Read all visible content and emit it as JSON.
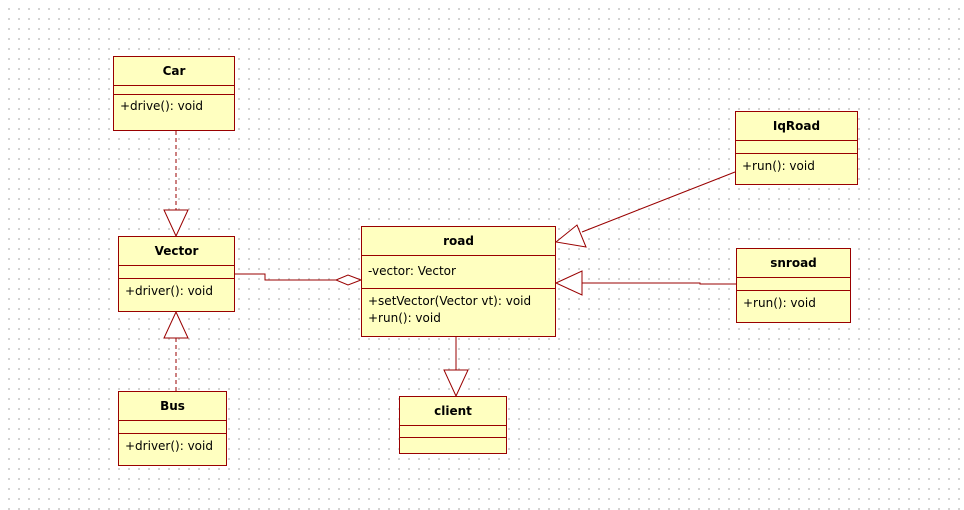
{
  "diagram": {
    "colors": {
      "fill": "#ffffc0",
      "stroke": "#990000",
      "grid_dot": "#c8c8c8"
    },
    "classes": {
      "car": {
        "name": "Car",
        "attributes": [],
        "operations": [
          "+drive(): void"
        ]
      },
      "vector": {
        "name": "Vector",
        "attributes": [],
        "operations": [
          "+driver(): void"
        ]
      },
      "bus": {
        "name": "Bus",
        "attributes": [],
        "operations": [
          "+driver(): void"
        ]
      },
      "road": {
        "name": "road",
        "attributes": [
          "-vector: Vector"
        ],
        "operations": [
          "+setVector(Vector vt): void",
          "+run(): void"
        ]
      },
      "client": {
        "name": "client",
        "attributes": [],
        "operations": []
      },
      "iqroad": {
        "name": "IqRoad",
        "attributes": [],
        "operations": [
          "+run(): void"
        ]
      },
      "snroad": {
        "name": "snroad",
        "attributes": [],
        "operations": [
          "+run(): void"
        ]
      }
    },
    "relations": [
      {
        "type": "realization",
        "from": "Car",
        "to": "Vector"
      },
      {
        "type": "realization",
        "from": "Bus",
        "to": "Vector"
      },
      {
        "type": "aggregation",
        "from": "Vector",
        "to": "road"
      },
      {
        "type": "generalization",
        "from": "IqRoad",
        "to": "road"
      },
      {
        "type": "generalization",
        "from": "snroad",
        "to": "road"
      },
      {
        "type": "generalization",
        "from": "road",
        "to": "client"
      }
    ]
  }
}
